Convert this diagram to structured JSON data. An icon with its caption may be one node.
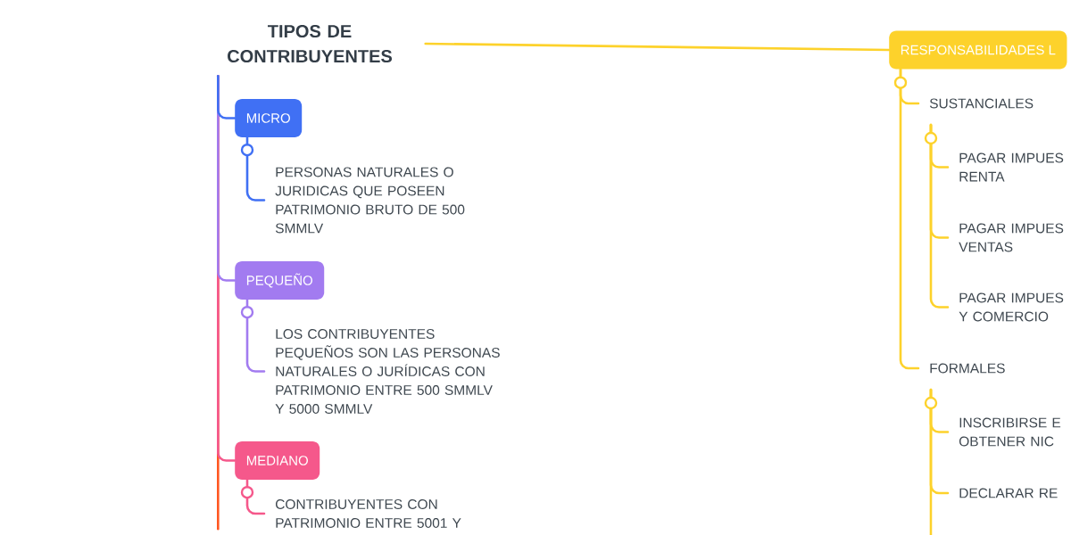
{
  "diagram": {
    "nodes": [
      {
        "text": [
          "TIPOS DE CONTRIBUYENTES"
        ]
      },
      {
        "text": [
          "MICRO"
        ]
      },
      {
        "text": [
          "PERSONAS NATURALES O JURIDICAS QUE POSEEN PATRIMONIO BRUTO DE 500 SMMLV"
        ]
      },
      {
        "text": [
          "PEQUEÑO"
        ]
      },
      {
        "text": [
          "LOS CONTRIBUYENTES PEQUEÑOS SON LAS PERSONAS NATURALES O JURÍDICAS CON PATRIMONIO ENTRE 500 SMMLV Y 5000 SMMLV"
        ]
      },
      {
        "text": [
          "MEDIANO"
        ]
      },
      {
        "text": [
          "CONTRIBUYENTES CON PATRIMONIO ENTRE 5001 Y"
        ]
      },
      {
        "text": [
          "RESPONSABILIDADES L"
        ]
      },
      {
        "text": [
          "SUSTANCIALES"
        ]
      },
      {
        "text": [
          "PAGAR IMPUES RENTA"
        ]
      },
      {
        "text": [
          "PAGAR IMPUES VENTAS"
        ]
      },
      {
        "text": [
          "PAGAR IMPUES Y COMERCIO"
        ]
      },
      {
        "text": [
          "FORMALES"
        ]
      },
      {
        "text": [
          "INSCRIBIRSE E OBTENER NIC"
        ]
      },
      {
        "text": [
          "DECLARAR RE"
        ]
      }
    ],
    "edges": [
      {
        "from": 0,
        "to": 1,
        "arrow": "none",
        "color": "#4070f4"
      },
      {
        "from": 1,
        "to": 2,
        "arrow": "none",
        "color": "#4070f4"
      },
      {
        "from": 0,
        "to": 3,
        "arrow": "none",
        "color": "#a27bf0"
      },
      {
        "from": 3,
        "to": 4,
        "arrow": "none",
        "color": "#a27bf0"
      },
      {
        "from": 0,
        "to": 5,
        "arrow": "none",
        "color": "#f5588b"
      },
      {
        "from": 5,
        "to": 6,
        "arrow": "none",
        "color": "#f5588b"
      },
      {
        "from": 0,
        "to": null,
        "arrow": "none",
        "color": "#ff5722"
      },
      {
        "from": 0,
        "to": 7,
        "arrow": "none"
      },
      {
        "from": 7,
        "to": 8,
        "arrow": "none"
      },
      {
        "from": 8,
        "to": 9,
        "arrow": "none"
      },
      {
        "from": 8,
        "to": 10,
        "arrow": "none"
      },
      {
        "from": 8,
        "to": 11,
        "arrow": "none"
      },
      {
        "from": 7,
        "to": 12,
        "arrow": "none"
      },
      {
        "from": 12,
        "to": 13,
        "arrow": "none"
      },
      {
        "from": 12,
        "to": 14,
        "arrow": "none"
      },
      {
        "from": 12,
        "to": null,
        "arrow": "none"
      }
    ]
  }
}
